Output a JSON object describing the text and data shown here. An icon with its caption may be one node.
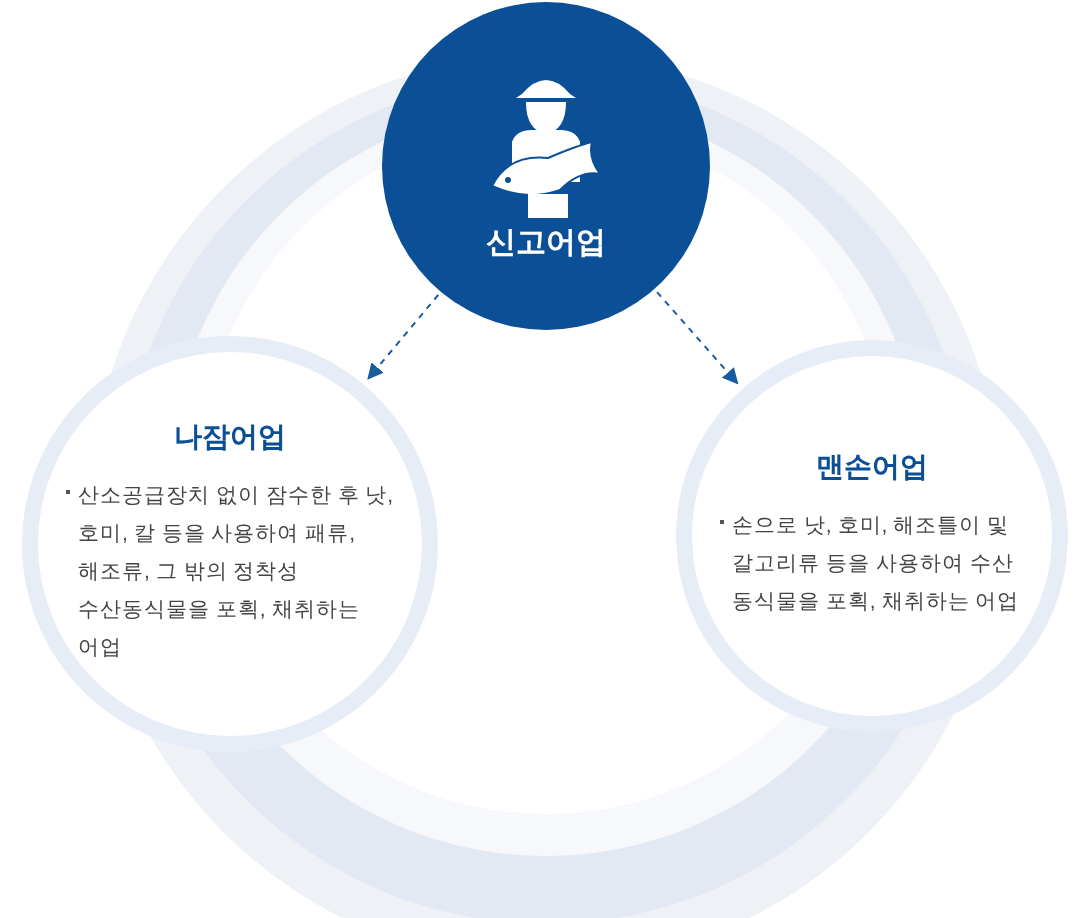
{
  "diagram": {
    "nodes": [
      {
        "text": [
          "신고어업"
        ]
      },
      {
        "text": [
          "나잠어업",
          "산소공급장치 없이 잠수한 후 낫, 호미, 칼 등을 사용하여 패류, 해조류, 그 밖의 정착성 수산동식물을 포획, 채취하는 어업"
        ]
      },
      {
        "text": [
          "맨손어업",
          "손으로 낫, 호미, 해조틀이 및 갈고리류 등을 사용하여 수산 동식물을 포획, 채취하는 어업"
        ]
      }
    ],
    "edges": [
      {
        "from": 0,
        "to": 1,
        "arrow": "to",
        "style": "dashed"
      },
      {
        "from": 0,
        "to": 2,
        "arrow": "to",
        "style": "dashed"
      }
    ]
  }
}
